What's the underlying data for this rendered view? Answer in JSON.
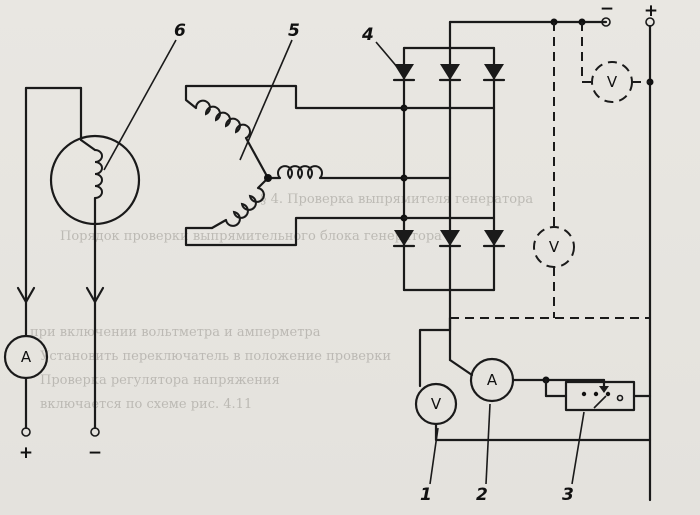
{
  "labels": {
    "ammeter_left": "A",
    "voltmeter_bottom": "V",
    "ammeter_bottom": "A",
    "voltmeter_top": "V",
    "voltmeter_middle": "V",
    "terminal_plus_bottom": "+",
    "terminal_minus_bottom": "−",
    "terminal_minus_top": "−",
    "terminal_plus_top": "+",
    "callout_1": "1",
    "callout_2": "2",
    "callout_3": "3",
    "callout_4": "4",
    "callout_5": "5",
    "callout_6": "6"
  },
  "background_text": [
    "§ 4. Проверка выпрямителя генератора",
    "Порядок проверки выпрямительного блока генератора",
    "при включении вольтметра и амперметра",
    "Установить переключатель в положение проверки",
    "Проверка регулятора напряжения",
    "включается по схеме рис. 4.11"
  ]
}
